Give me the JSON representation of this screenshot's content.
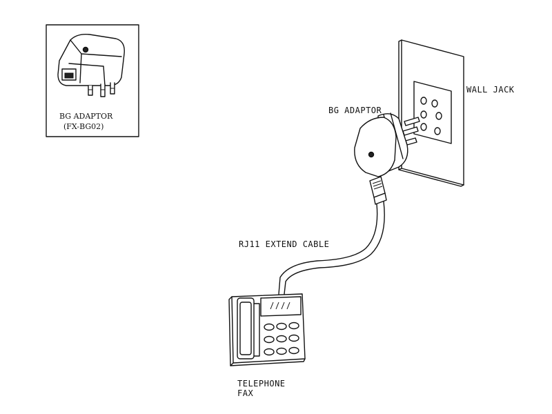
{
  "inset": {
    "label_line1": "BG ADAPTOR",
    "label_line2": "(FX-BG02)"
  },
  "labels": {
    "wall_jack": "WALL JACK",
    "bg_adaptor": "BG ADAPTOR",
    "cable": "RJ11 EXTEND CABLE",
    "telephone": "TELEPHONE",
    "fax": "FAX"
  }
}
